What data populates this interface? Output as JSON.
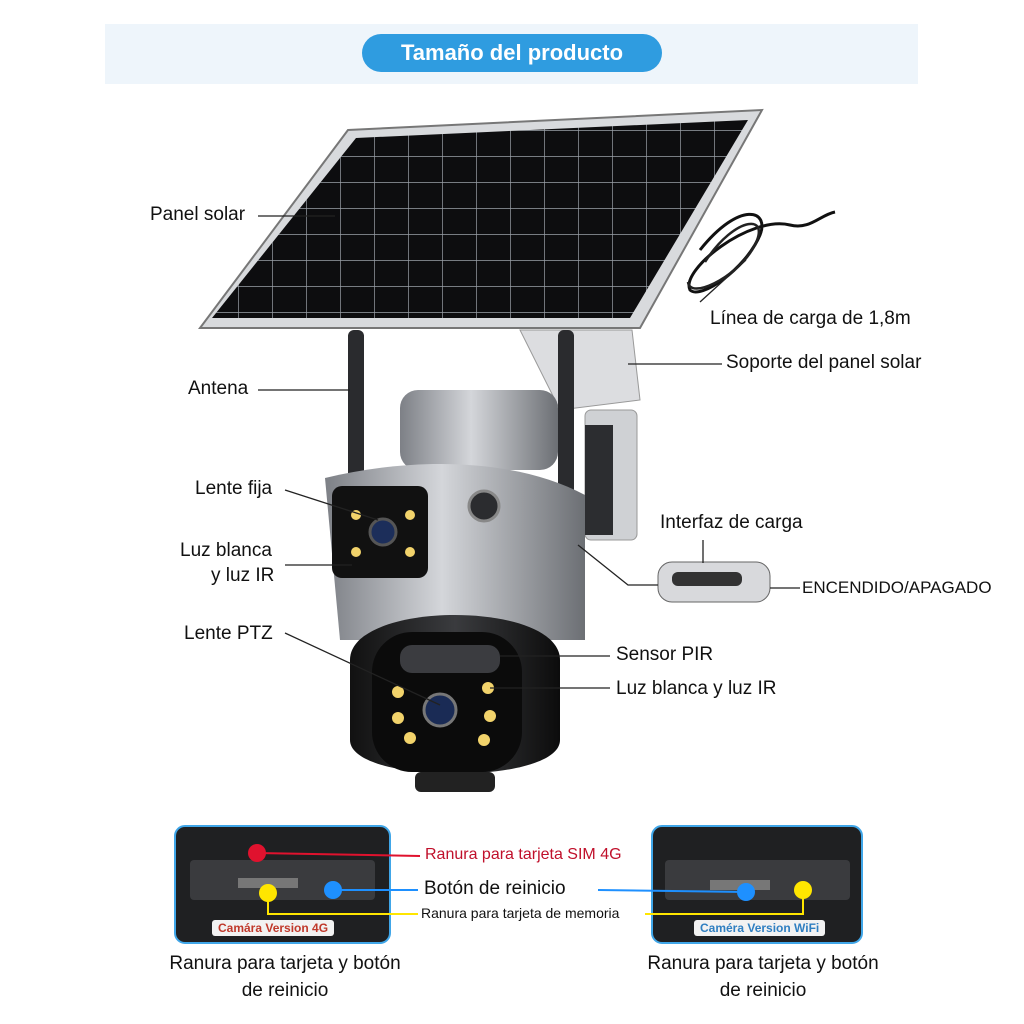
{
  "header": {
    "title": "Tamaño del producto"
  },
  "labels": {
    "solar_panel": "Panel solar",
    "charge_line": "Línea de carga de 1,8m",
    "panel_bracket": "Soporte del panel solar",
    "antenna": "Antena",
    "fixed_lens": "Lente fija",
    "white_ir_left_1": "Luz blanca",
    "white_ir_left_2": "y luz IR",
    "charge_interface": "Interfaz de carga",
    "power_switch": "ENCENDIDO/APAGADO",
    "ptz_lens": "Lente PTZ",
    "pir_sensor": "Sensor PIR",
    "white_ir_right": "Luz blanca y luz IR"
  },
  "bottom": {
    "sim_slot": "Ranura para tarjeta SIM 4G",
    "reset_button": "Botón de reinicio",
    "memory_slot": "Ranura para tarjeta de memoria",
    "left_tag": "Camára Version 4G",
    "right_tag": "Caméra Version WiFi",
    "left_caption_1": "Ranura para tarjeta y botón",
    "left_caption_2": "de reinicio",
    "right_caption_1": "Ranura para tarjeta y botón",
    "right_caption_2": "de reinicio"
  },
  "colors": {
    "header_accent": "#2f9ce0",
    "sim_marker": "#e0122e",
    "reset_marker": "#1e90ff",
    "memory_marker": "#ffe600"
  }
}
